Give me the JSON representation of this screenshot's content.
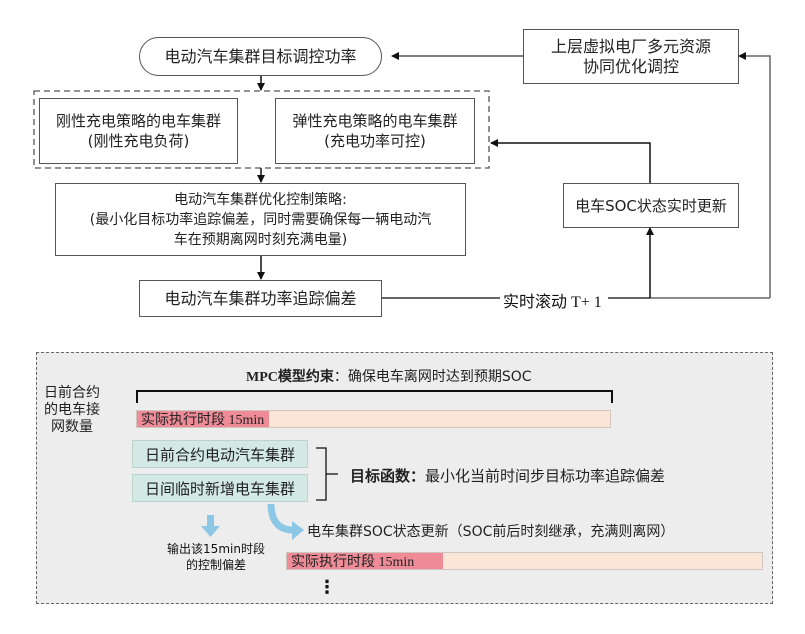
{
  "flowchart": {
    "target_power": "电动汽车集群目标调控功率",
    "upper_vpp": [
      "上层虚拟电厂多元资源",
      "协同优化调控"
    ],
    "rigid_cluster": [
      "刚性充电策略的电车集群",
      "(刚性充电负荷)"
    ],
    "elastic_cluster": [
      "弹性充电策略的电车集群",
      "(充电功率可控)"
    ],
    "optimization": [
      "电动汽车集群优化控制策略:",
      "(最小化目标功率追踪偏差，同时需要确保每一辆电动汽",
      "车在预期离网时刻充满电量)"
    ],
    "tracking_deviation": "电动汽车集群功率追踪偏差",
    "soc_update": "电车SOC状态实时更新",
    "rolling_label": "实时滚动 T+ 1"
  },
  "mpc_panel": {
    "side_label": [
      "日前合约",
      "的电车接",
      "网数量"
    ],
    "constraint_bold": "MPC模型约束",
    "constraint_text": "：确保电车离网时达到预期SOC",
    "exec_period_label": "实际执行时段 15min",
    "exec_period_fraction": 0.27,
    "cluster_day_ahead": "日前合约电动汽车集群",
    "cluster_intraday": "日间临时新增电车集群",
    "objective_bold": "目标函数：",
    "objective_text": "最小化当前时间步目标功率追踪偏差",
    "output_label": [
      "输出该15min时段",
      "的控制偏差"
    ],
    "soc_update_text": "电车集群SOC状态更新（SOC前后时刻继承，充满则离网）",
    "next_exec_period_label": "实际执行时段 15min",
    "next_exec_period_fraction": 0.32,
    "ellipsis": "⋮"
  },
  "colors": {
    "exec_fill": "#ef8b97",
    "exec_track": "#fbe5d6",
    "cluster_fill": "#d3e9e6",
    "arrow_blue": "#8cc7e6",
    "panel_bg": "#ededed"
  }
}
